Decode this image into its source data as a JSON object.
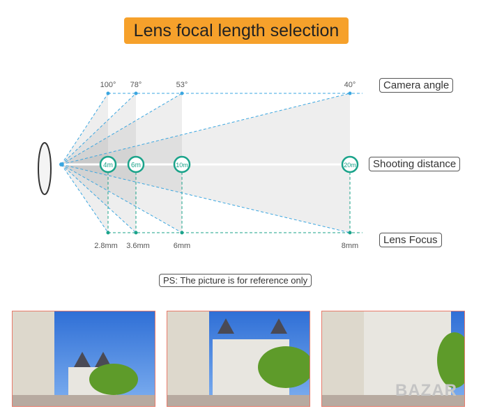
{
  "title": "Lens focal length selection",
  "labels": {
    "camera_angle": "Camera angle",
    "shooting_distance": "Shooting distance",
    "lens_focus": "Lens Focus"
  },
  "angles": [
    "100°",
    "78°",
    "53°",
    "40°"
  ],
  "distances": [
    "4m",
    "6m",
    "10m",
    "20m"
  ],
  "focal_lengths": [
    "2.8mm",
    "3.6mm",
    "6mm",
    "8mm"
  ],
  "note": "PS: The picture is for reference only",
  "watermark": "BAZAR",
  "colors": {
    "title_bg": "#f6a12b",
    "blue_dash": "#3aa6e0",
    "teal": "#1aa38a"
  }
}
